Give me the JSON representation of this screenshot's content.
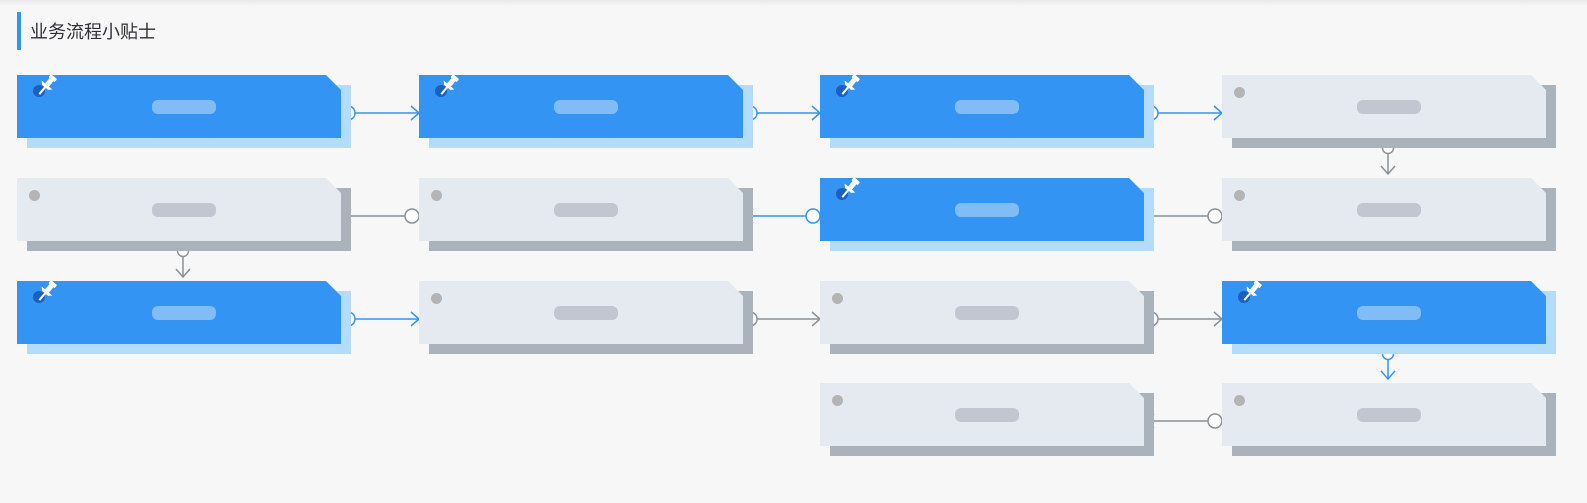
{
  "section": {
    "title": "业务流程小贴士"
  },
  "icons": {
    "active_marker": "pushpin-icon",
    "idle_marker": "dot-icon"
  },
  "colors": {
    "accent": "#3494f3",
    "active_card": "#3494f3",
    "active_card_shadow": "#b3dcfb",
    "idle_card": "#e5e9f0",
    "idle_card_shadow": "#aab2bb",
    "idle_connector": "#8a9199"
  },
  "steps": [
    {
      "id": 1,
      "label": "",
      "active": true
    },
    {
      "id": 2,
      "label": "",
      "active": true
    },
    {
      "id": 3,
      "label": "",
      "active": true
    },
    {
      "id": 4,
      "label": "",
      "active": false
    },
    {
      "id": 5,
      "label": "",
      "active": false
    },
    {
      "id": 6,
      "label": "",
      "active": true
    },
    {
      "id": 7,
      "label": "",
      "active": false
    },
    {
      "id": 8,
      "label": "",
      "active": false
    },
    {
      "id": 9,
      "label": "",
      "active": true
    },
    {
      "id": 10,
      "label": "",
      "active": false
    },
    {
      "id": 11,
      "label": "",
      "active": false
    },
    {
      "id": 12,
      "label": "",
      "active": true
    },
    {
      "id": 13,
      "label": "",
      "active": false
    },
    {
      "id": 14,
      "label": "",
      "active": false
    }
  ],
  "links": [
    {
      "from": 1,
      "to": 2,
      "active": true
    },
    {
      "from": 2,
      "to": 3,
      "active": true
    },
    {
      "from": 3,
      "to": 4,
      "active": true
    },
    {
      "from": 4,
      "to": 5,
      "active": false
    },
    {
      "from": 5,
      "to": 6,
      "active": false
    },
    {
      "from": 6,
      "to": 7,
      "active": true
    },
    {
      "from": 7,
      "to": 8,
      "active": false
    },
    {
      "from": 8,
      "to": 9,
      "active": false
    },
    {
      "from": 9,
      "to": 10,
      "active": true
    },
    {
      "from": 10,
      "to": 11,
      "active": false
    },
    {
      "from": 11,
      "to": 12,
      "active": false
    },
    {
      "from": 12,
      "to": 13,
      "active": true
    },
    {
      "from": 13,
      "to": 14,
      "active": false
    }
  ]
}
